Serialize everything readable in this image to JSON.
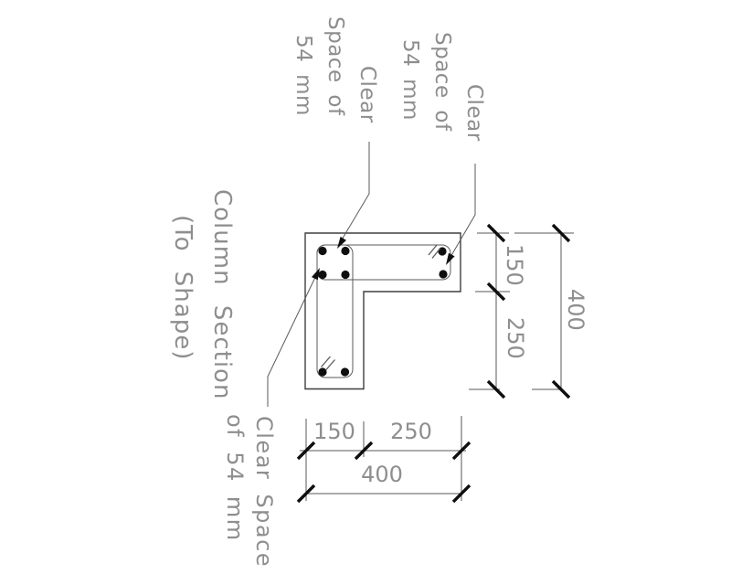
{
  "title": {
    "lines": [
      "Column Section",
      "(To Shape)"
    ]
  },
  "callouts": {
    "top_left": {
      "lines": [
        "Clear",
        "Space of",
        "54 mm"
      ]
    },
    "top_right": {
      "lines": [
        "Clear",
        "Space of",
        "54 mm"
      ]
    },
    "bottom_left": {
      "lines": [
        "Clear Space",
        "of 54 mm"
      ]
    }
  },
  "dimensions": {
    "right": {
      "orientation": "vertical",
      "values": [
        "150",
        "250",
        "400"
      ]
    },
    "bottom": {
      "orientation": "horizontal",
      "values": [
        "150",
        "250",
        "400"
      ]
    }
  },
  "rebar_dots": 8,
  "colors": {
    "background": "#ffffff",
    "line": "#5a5a5a",
    "outline": "#3e3e3e",
    "ink": "#0f0f0f",
    "text": "#8e8e8e"
  }
}
